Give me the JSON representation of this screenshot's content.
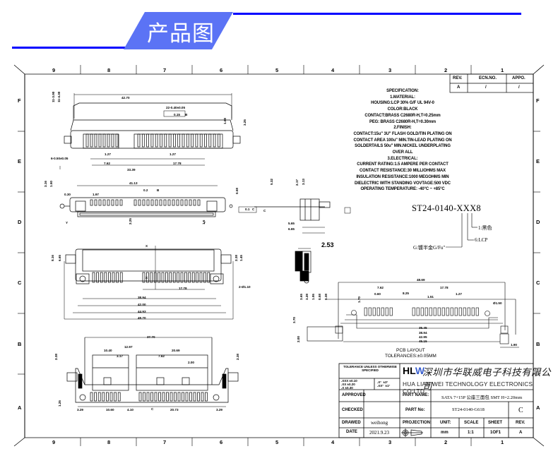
{
  "banner": {
    "title": "产品图纸",
    "accent_color": "#5b73f5",
    "line_color": "#0000ff"
  },
  "border": {
    "columns": [
      "9",
      "8",
      "7",
      "6",
      "5",
      "4",
      "3",
      "2",
      "1"
    ],
    "rows": [
      "F",
      "E",
      "D",
      "C",
      "B",
      "A"
    ]
  },
  "revision_table": {
    "headers": [
      "REV.",
      "ECN.NO.",
      "APPO."
    ],
    "row": [
      "A",
      "/",
      "/"
    ]
  },
  "specification": {
    "lines": [
      "SPECIFICATION:",
      "1.MATERIAL:",
      "HOUSING:LCP 30% G/F UL 94V-0",
      "COLOR:BLACK",
      "CONTACT:BRASS C2680R-H,T=0.25mm",
      "PEG: BRASS C2680R-H,T=0.30mm",
      "2.FINISH:",
      "CONTACT:15u\" 3U\" FLASH GOLD/TIN PLATING ON",
      "CONTACT AREA 100u\" MIN.TIN-LEAD PLATING ON",
      "SOLDERTAILS 50u\" MIN.NICKEL UNDERPLATING",
      "OVER ALL",
      "3.ELECTRICAL:",
      "CURRENT RATING:1.5 AMPERE PER CONTACT",
      "CONTACT RESISTANCE:30 MILLIOHMS MAX",
      "INSULATION RESISTANCE:1000 MEGOHMS MIN",
      "DIELECTRIC WITH STANDING VOVTAGE:500 VDC",
      "OPERATING TEMPERATURE: -40°C ~ +85°C"
    ]
  },
  "part_code": {
    "code": "ST24-0140-XXX8",
    "legend": [
      "1:黑色",
      "6:LCP",
      "G:镀半金G/Fu\""
    ]
  },
  "dimensions": {
    "top_view": [
      "42.70",
      "22-0.40±0.05",
      "0.15",
      "B",
      "11-3.90",
      "11-4.30",
      "1.68",
      "3.25",
      "6-0.50±0.05",
      "1.27",
      "1.27",
      "7.62",
      "17.78",
      "33.39"
    ],
    "front_view": [
      "41.13",
      "0.2",
      "B",
      "3.16",
      "1.50",
      "0.30",
      "1.97",
      "2.25",
      "1.5",
      "0.58",
      "Y",
      "Y",
      "0.1",
      "C"
    ],
    "side_view": [
      "5.32",
      "2.17",
      "3.13",
      "5.65",
      "6.65",
      "2.53",
      "C"
    ],
    "bottom_view": [
      "X",
      "X",
      "8.16",
      "6.65",
      "2.38",
      "1.45",
      "17.78",
      "38.94",
      "42.00",
      "44.93",
      "49.70",
      "2-Ø1.10"
    ],
    "pcb_layout": [
      "48.69",
      "7.62",
      "0.60",
      "8.25",
      "1.51",
      "17.78",
      "1.27",
      "1.70",
      "3.65",
      "3.28",
      "1.95",
      "0.58",
      "0.38",
      "3.70",
      "2.00",
      "Ø1.50",
      "35.45",
      "38.94",
      "42.95",
      "45.15",
      "1.90"
    ],
    "rear_view": [
      "37.70",
      "12.97",
      "10.40",
      "20.69",
      "3.17",
      "7.62",
      "2.00",
      "2.38",
      "2.38",
      "1.25",
      "3.29",
      "10.60",
      "4.10",
      "20.73",
      "3.29",
      "C"
    ]
  },
  "pcb_caption": {
    "title": "PCB LAYOUT",
    "tolerance": "TOLERANCES:±0.05MM"
  },
  "title_block": {
    "tolerance_header": "TOLERANCE UNLESS OTHERWISE SPECIFIED",
    "tolerance_lines": [
      ".XXX ±0.10",
      ".XX ±0.20",
      ".X ±0.30"
    ],
    "angle_lines": [
      ".X°  ±3°",
      ".XX°  ±1°"
    ],
    "logo": "HLW",
    "company_cn": "深圳市华联威电子科技有限公司",
    "company_en": "HUA LIAN WEI TECHNOLOGY ELECTRONICS CO;LTD.",
    "approved_label": "APPROVED",
    "approved_value": "",
    "checked_label": "CHECKED",
    "checked_value": "",
    "drawed_label": "DRAWED",
    "drawed_value": "weihong",
    "date_label": "DATE",
    "date_value": "2021.9.23",
    "part_name_label": "PART NAME:",
    "part_name_value": "SATA 7+15P 公座三面包 SMT H=2.20mm",
    "part_no_label": "PART No:",
    "part_no_value": "ST24-0140-G618",
    "part_rev_value": "C",
    "projection_label": "PROJECTION:",
    "unit_label": "UNIT:",
    "unit_value": "mm",
    "scale_label": "SCALE",
    "scale_value": "1:1",
    "sheet_label": "SHEET",
    "sheet_value": "1OF1",
    "rev_label": "REV.",
    "rev_value": "A"
  }
}
